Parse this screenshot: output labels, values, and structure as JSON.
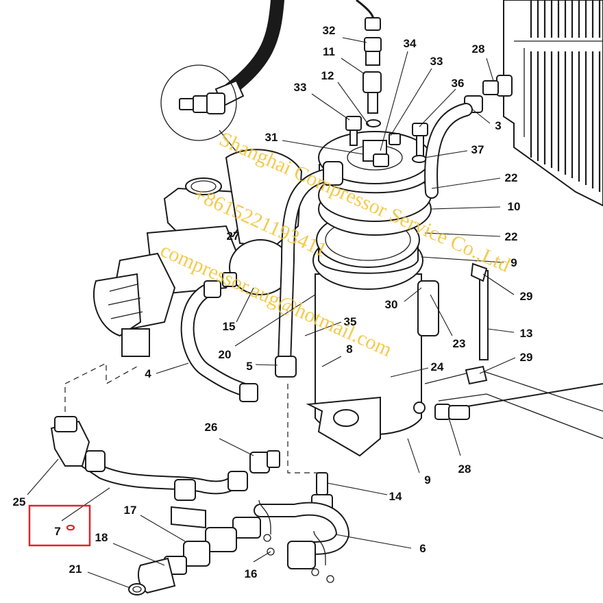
{
  "diagram": {
    "callouts": [
      {
        "id": "c32",
        "text": "32"
      },
      {
        "id": "c11",
        "text": "11"
      },
      {
        "id": "c12",
        "text": "12"
      },
      {
        "id": "c33a",
        "text": "33"
      },
      {
        "id": "c34",
        "text": "34"
      },
      {
        "id": "c33b",
        "text": "33"
      },
      {
        "id": "c36",
        "text": "36"
      },
      {
        "id": "c28a",
        "text": "28"
      },
      {
        "id": "c3",
        "text": "3"
      },
      {
        "id": "c31",
        "text": "31"
      },
      {
        "id": "c37",
        "text": "37"
      },
      {
        "id": "c22a",
        "text": "22"
      },
      {
        "id": "c10",
        "text": "10"
      },
      {
        "id": "c22b",
        "text": "22"
      },
      {
        "id": "c9a",
        "text": "9"
      },
      {
        "id": "c27",
        "text": "27"
      },
      {
        "id": "c29a",
        "text": "29"
      },
      {
        "id": "c30",
        "text": "30"
      },
      {
        "id": "c15",
        "text": "15"
      },
      {
        "id": "c35",
        "text": "35"
      },
      {
        "id": "c13",
        "text": "13"
      },
      {
        "id": "c23",
        "text": "23"
      },
      {
        "id": "c20",
        "text": "20"
      },
      {
        "id": "c8",
        "text": "8"
      },
      {
        "id": "c5",
        "text": "5"
      },
      {
        "id": "c24",
        "text": "24"
      },
      {
        "id": "c29b",
        "text": "29"
      },
      {
        "id": "c4",
        "text": "4"
      },
      {
        "id": "c26",
        "text": "26"
      },
      {
        "id": "c28b",
        "text": "28"
      },
      {
        "id": "c9b",
        "text": "9"
      },
      {
        "id": "c25",
        "text": "25"
      },
      {
        "id": "c14",
        "text": "14"
      },
      {
        "id": "c17",
        "text": "17"
      },
      {
        "id": "c7",
        "text": "7"
      },
      {
        "id": "c18",
        "text": "18"
      },
      {
        "id": "c6",
        "text": "6"
      },
      {
        "id": "c21",
        "text": "21"
      },
      {
        "id": "c16",
        "text": "16"
      }
    ],
    "highlight_color": "#d9262b",
    "highlighted_part": "7"
  },
  "watermark": {
    "lines": [
      "Shanghai Compressor Service Co.,Ltd",
      "+8615221193411",
      "compressor.aug@hotmail.com"
    ],
    "color": "#f2c230"
  }
}
